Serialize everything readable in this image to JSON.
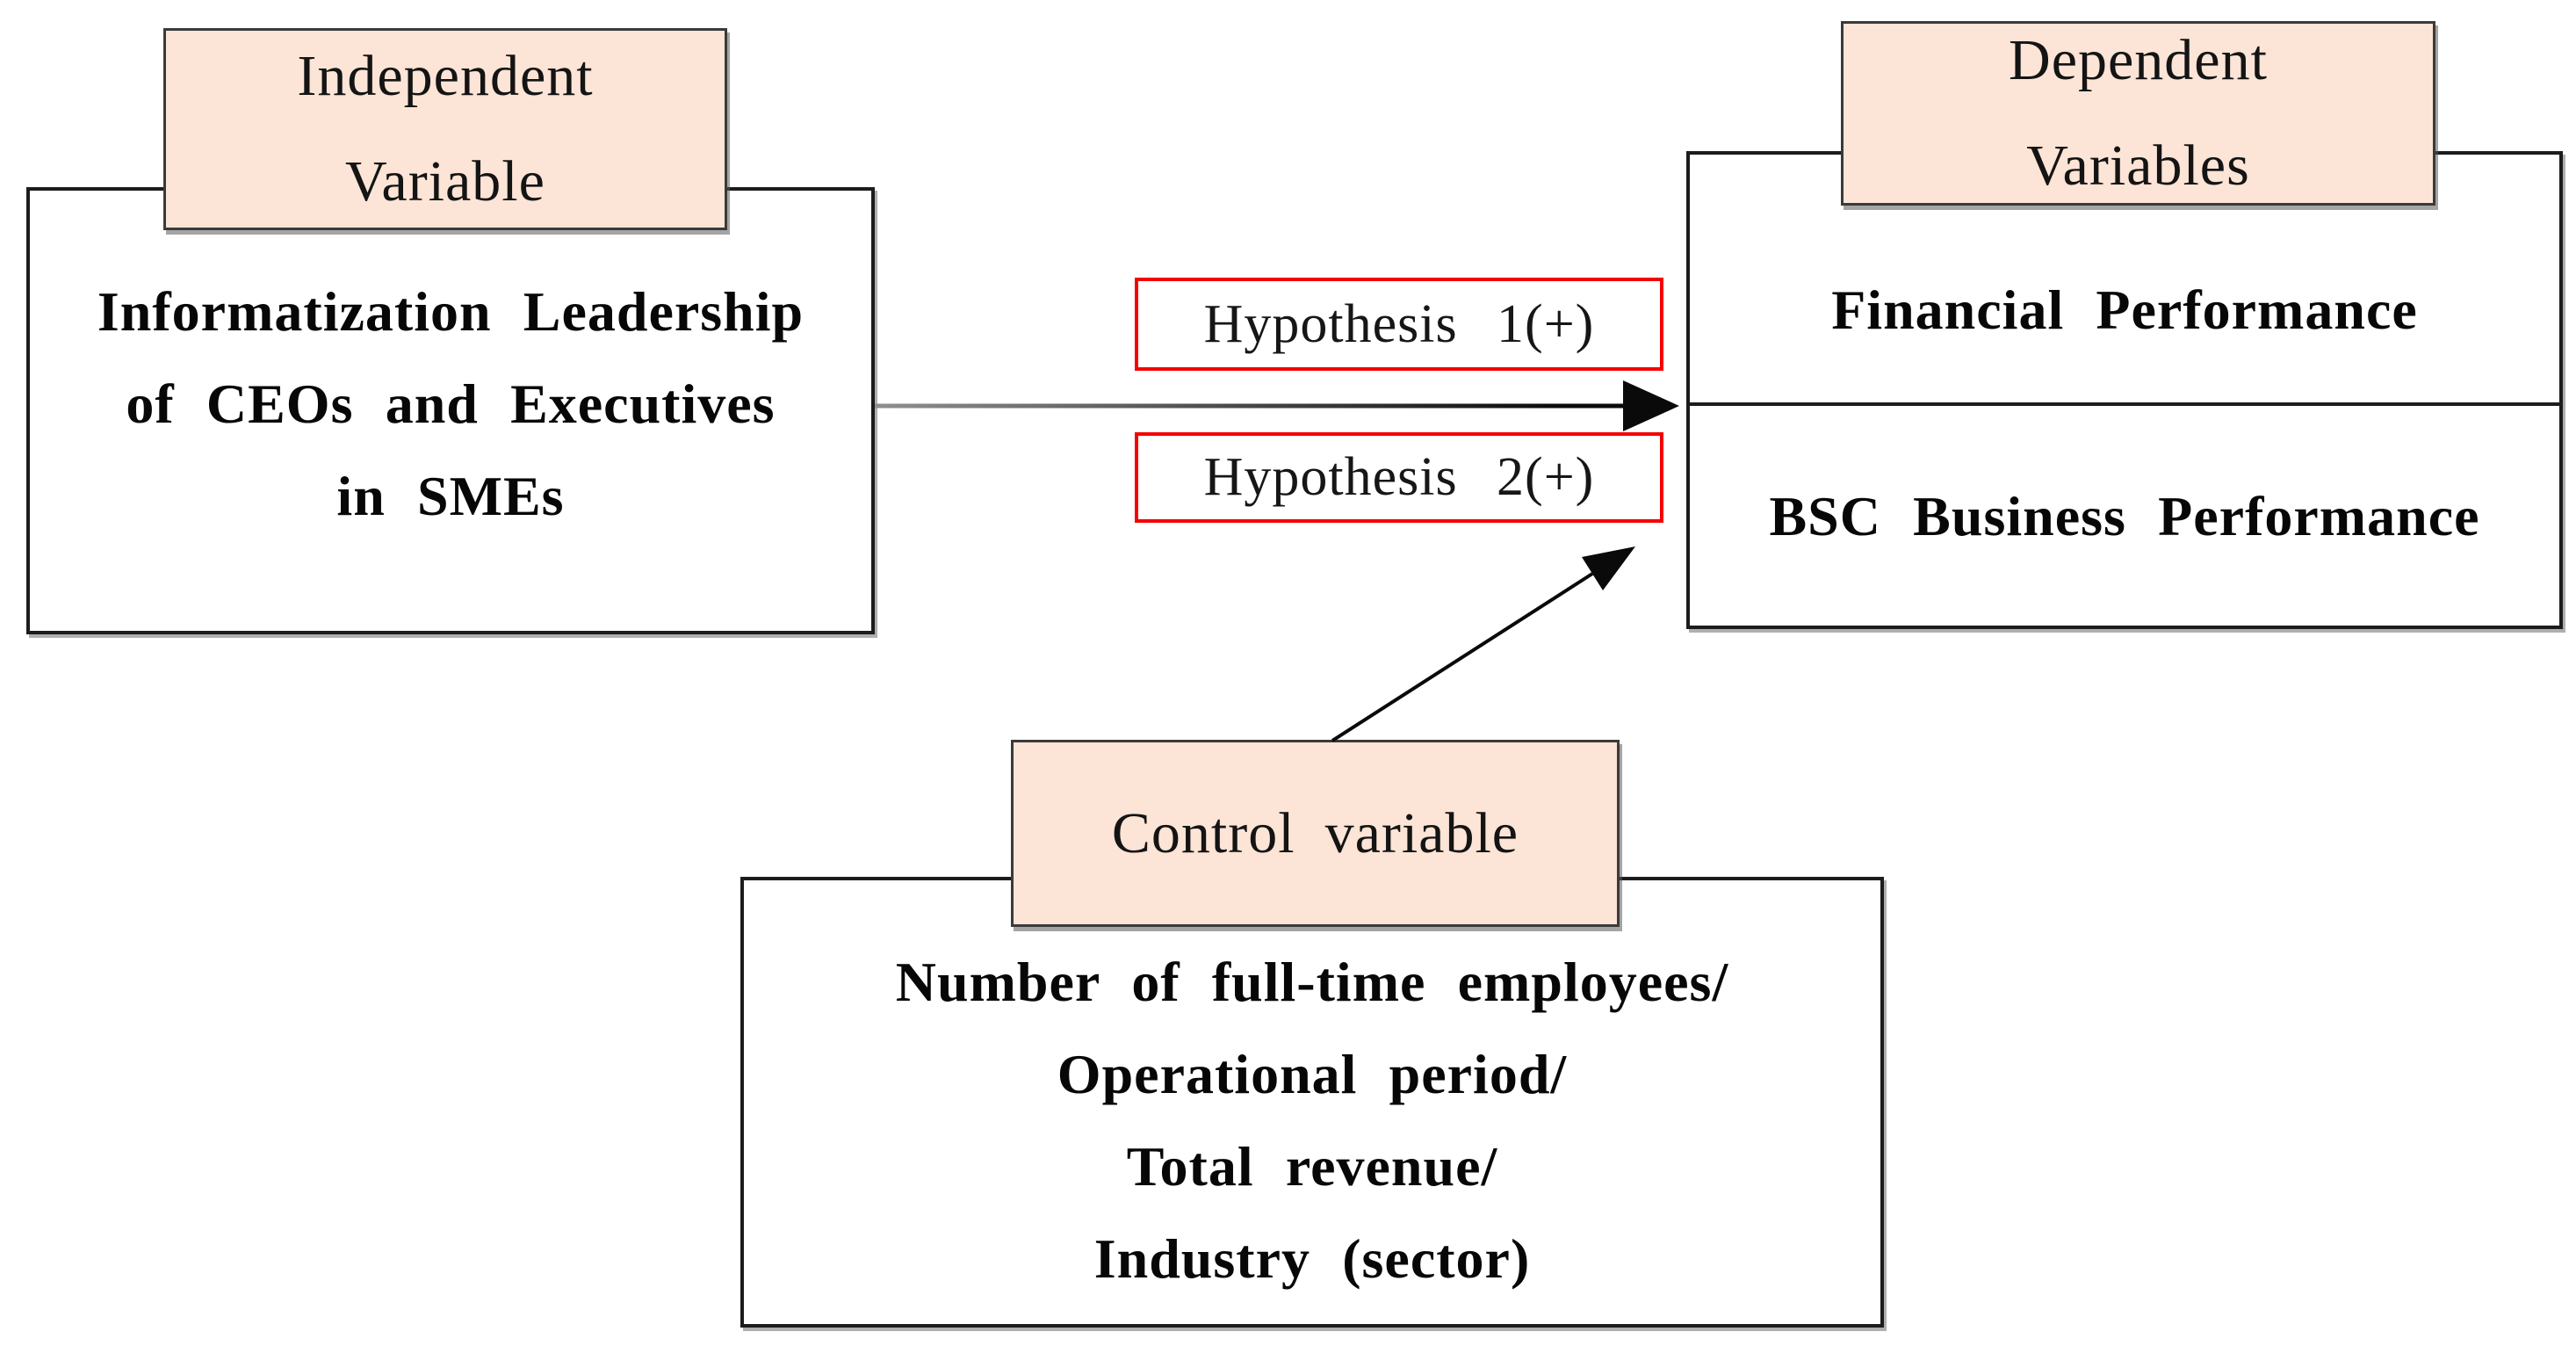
{
  "figure": {
    "independent": {
      "header_lines": [
        "Independent",
        "Variable"
      ],
      "body_lines": [
        "Informatization Leadership",
        "of CEOs and Executives",
        "in SMEs"
      ]
    },
    "dependent": {
      "header_lines": [
        "Dependent",
        "Variables"
      ],
      "cell_financial": "Financial Performance",
      "cell_bsc": "BSC Business Performance"
    },
    "hypotheses": {
      "h1": "Hypothesis 1(+)",
      "h2": "Hypothesis 2(+)"
    },
    "control": {
      "header": "Control variable",
      "body_lines": [
        "Number of full-time employees/",
        "Operational period/",
        "Total revenue/",
        "Industry (sector)"
      ]
    }
  },
  "colors": {
    "header_fill": "#fce4d6",
    "header_border": "#3a3a3a",
    "box_border": "#1c1c1c",
    "hypothesis_border": "#f40000",
    "text": "#141414",
    "arrow_gray": "#8f8f8f",
    "arrow_black": "#0a0a0a"
  }
}
